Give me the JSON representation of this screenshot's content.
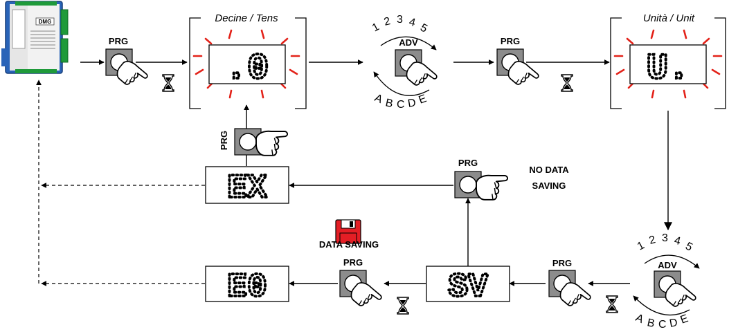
{
  "device": {
    "brand": "DMG"
  },
  "buttons": {
    "prg": "PRG",
    "adv": "ADV"
  },
  "panels": {
    "tens": "Decine / Tens",
    "unit": "Unità / Unit"
  },
  "displays": {
    "tens": ".0",
    "unit": "U.",
    "exit": "EX",
    "save": "SV",
    "end": "E0"
  },
  "sequences": {
    "digits": [
      "1",
      "2",
      "3",
      "4",
      "5"
    ],
    "letters": [
      "A",
      "B",
      "C",
      "D",
      "E"
    ]
  },
  "notes": {
    "no_saving_line1": "NO DATA",
    "no_saving_line2": "SAVING",
    "saving": "DATA SAVING"
  },
  "colors": {
    "blink": "#e32219",
    "button": "#8c8c8c",
    "disk": "#e41e25",
    "device_blue": "#2a64b8",
    "device_green": "#1f9a3a"
  }
}
